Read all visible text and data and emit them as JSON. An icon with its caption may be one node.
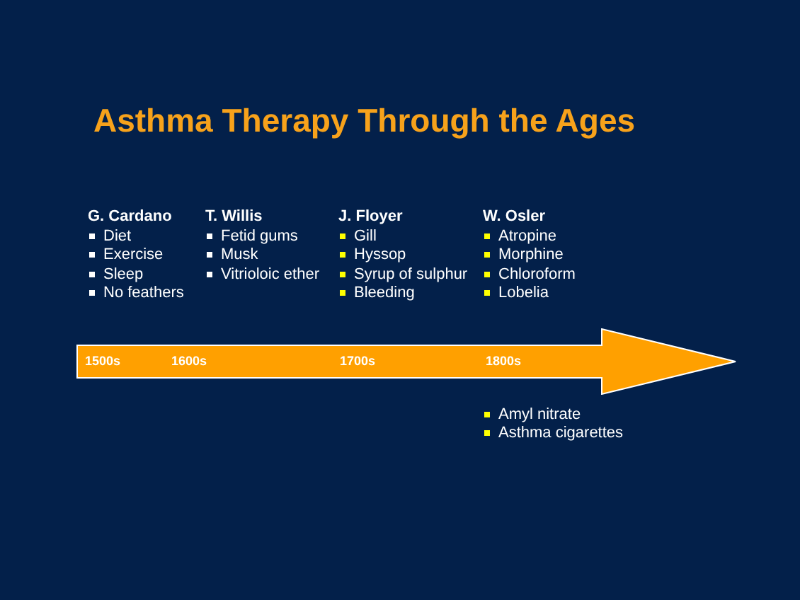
{
  "diagram": {
    "title": "Asthma Therapy Through the Ages",
    "nodes": [
      {
        "text": [
          "1500s",
          "1600s",
          "1700s",
          "1800s"
        ]
      }
    ],
    "edges": [],
    "labels": [
      "G. Cardano",
      "Diet",
      "Exercise",
      "Sleep",
      "No feathers",
      "T. Willis",
      "Fetid gums",
      "Musk",
      "Vitrioloic ether",
      "J. Floyer",
      "Gill",
      "Hyssop",
      "Syrup of sulphur",
      "Bleeding",
      "W. Osler",
      "Atropine",
      "Morphine",
      "Chloroform",
      "Lobelia",
      "Amyl nitrate",
      "Asthma cigarettes"
    ]
  }
}
